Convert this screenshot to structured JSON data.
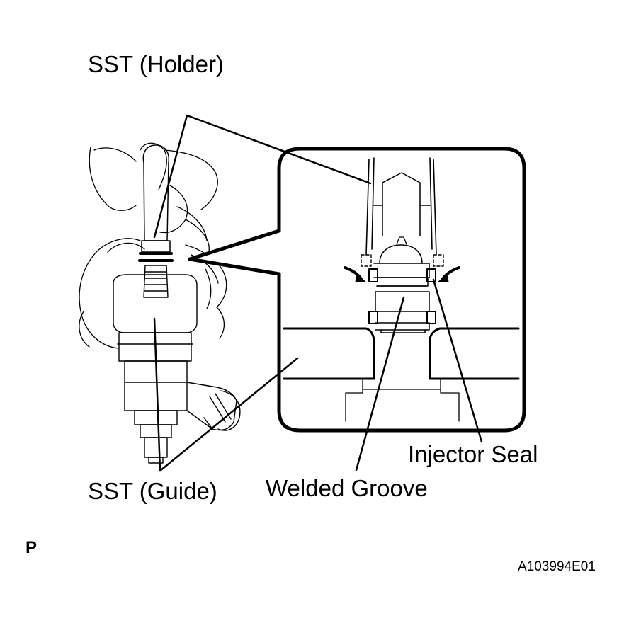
{
  "labels": {
    "sst_holder": "SST (Holder)",
    "sst_guide": "SST (Guide)",
    "injector_seal": "Injector Seal",
    "welded_groove": "Welded Groove",
    "page_mark": "P",
    "figure_code": "A103994E01"
  },
  "colors": {
    "ink": "#000000",
    "background": "#ffffff"
  }
}
